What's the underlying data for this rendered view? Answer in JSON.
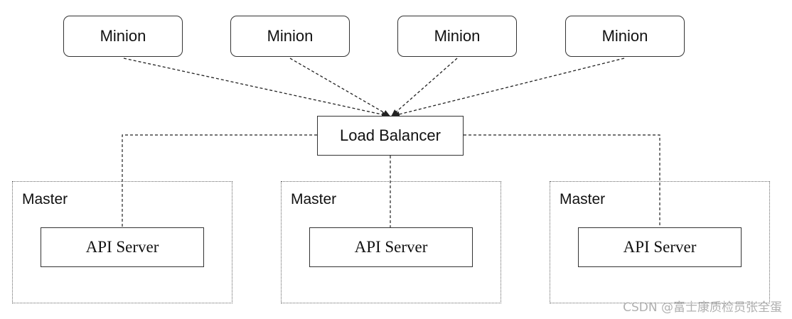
{
  "minions": [
    {
      "label": "Minion"
    },
    {
      "label": "Minion"
    },
    {
      "label": "Minion"
    },
    {
      "label": "Minion"
    }
  ],
  "load_balancer": {
    "label": "Load Balancer"
  },
  "masters": [
    {
      "label": "Master",
      "api_label": "API Server"
    },
    {
      "label": "Master",
      "api_label": "API Server"
    },
    {
      "label": "Master",
      "api_label": "API Server"
    }
  ],
  "watermark": "CSDN @富士康质检员张全蛋"
}
